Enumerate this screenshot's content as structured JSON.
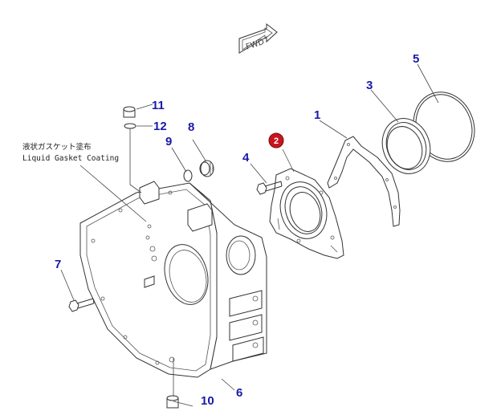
{
  "colors": {
    "callout_number": "#1a1aa8",
    "highlight_badge": "#c8161d",
    "line_art": "#333333"
  },
  "fwd_arrow": {
    "label": "FWD"
  },
  "note": {
    "japanese": "液状ガスケット塗布",
    "english": "Liquid Gasket Coating"
  },
  "callouts": {
    "c1": "1",
    "c2": "2",
    "c3": "3",
    "c4": "4",
    "c5": "5",
    "c6": "6",
    "c7": "7",
    "c8": "8",
    "c9": "9",
    "c10": "10",
    "c11": "11",
    "c12": "12"
  },
  "highlighted_part": "2",
  "parts": [
    {
      "ref": "1",
      "icon": "gasket-icon"
    },
    {
      "ref": "2",
      "icon": "seal-cover-icon"
    },
    {
      "ref": "3",
      "icon": "oil-seal-icon"
    },
    {
      "ref": "4",
      "icon": "bolt-icon"
    },
    {
      "ref": "5",
      "icon": "o-ring-icon"
    },
    {
      "ref": "6",
      "icon": "flywheel-housing-icon"
    },
    {
      "ref": "7",
      "icon": "bolt-icon"
    },
    {
      "ref": "8",
      "icon": "plug-icon"
    },
    {
      "ref": "9",
      "icon": "o-ring-icon"
    },
    {
      "ref": "10",
      "icon": "plug-icon"
    },
    {
      "ref": "11",
      "icon": "plug-icon"
    },
    {
      "ref": "12",
      "icon": "o-ring-icon"
    }
  ]
}
